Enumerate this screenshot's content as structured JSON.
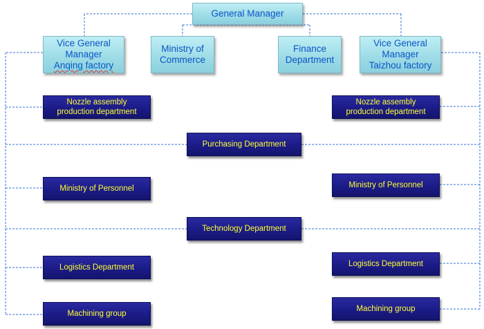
{
  "top": {
    "general_manager": "General Manager",
    "vgm_anqing": {
      "line1": "Vice General",
      "line2": "Manager",
      "line3": "Anqing factory"
    },
    "ministry_commerce": {
      "line1": "Ministry of",
      "line2": "Commerce"
    },
    "finance": {
      "line1": "Finance",
      "line2": "Department"
    },
    "vgm_taizhou": {
      "line1": "Vice General",
      "line2": "Manager",
      "line3": "Taizhou factory"
    }
  },
  "center": {
    "purchasing": "Purchasing Department",
    "technology": "Technology Department"
  },
  "left": {
    "nozzle": {
      "line1": "Nozzle assembly",
      "line2": "production department"
    },
    "personnel": "Ministry of Personnel",
    "logistics": "Logistics Department",
    "machining": "Machining group"
  },
  "right": {
    "nozzle": {
      "line1": "Nozzle assembly",
      "line2": "production department"
    },
    "personnel": "Ministry of Personnel",
    "logistics": "Logistics Department",
    "machining": "Machining group"
  },
  "colors": {
    "top_box_fill": "#9cdbe6",
    "top_box_text": "#0a55c8",
    "dept_box_fill": "#1c1c8a",
    "dept_box_text": "#ffff33",
    "connector": "#2f6fd0"
  }
}
